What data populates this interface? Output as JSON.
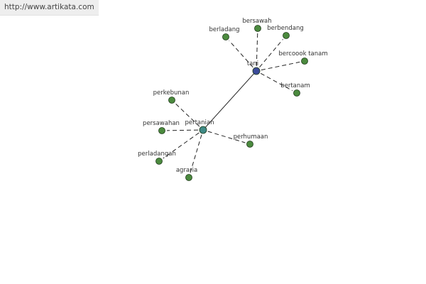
{
  "site_url": "http://www.artikata.com",
  "colors": {
    "leaf": "#4b8a3e",
    "hub_tani": "#3b4a9a",
    "hub_pertanian": "#3f8a86",
    "stroke": "#1f3b1a"
  },
  "hubs": [
    {
      "id": "tani",
      "label": "tani"
    },
    {
      "id": "pertanian",
      "label": "pertanian"
    }
  ],
  "leaves": [
    {
      "id": "bersawah",
      "label": "bersawah",
      "hub": "tani"
    },
    {
      "id": "berladang",
      "label": "berladang",
      "hub": "tani"
    },
    {
      "id": "berbendang",
      "label": "berbendang",
      "hub": "tani"
    },
    {
      "id": "bercoook-tanam",
      "label": "bercoook tanam",
      "hub": "tani"
    },
    {
      "id": "bertanam",
      "label": "bertanam",
      "hub": "tani"
    },
    {
      "id": "perkebunan",
      "label": "perkebunan",
      "hub": "pertanian"
    },
    {
      "id": "persawahan",
      "label": "persawahan",
      "hub": "pertanian"
    },
    {
      "id": "perladangan",
      "label": "perladangan",
      "hub": "pertanian"
    },
    {
      "id": "agraria",
      "label": "agraria",
      "hub": "pertanian"
    },
    {
      "id": "perhumaan",
      "label": "perhumaan",
      "hub": "pertanian"
    }
  ],
  "hub_link": [
    "tani",
    "pertanian"
  ]
}
